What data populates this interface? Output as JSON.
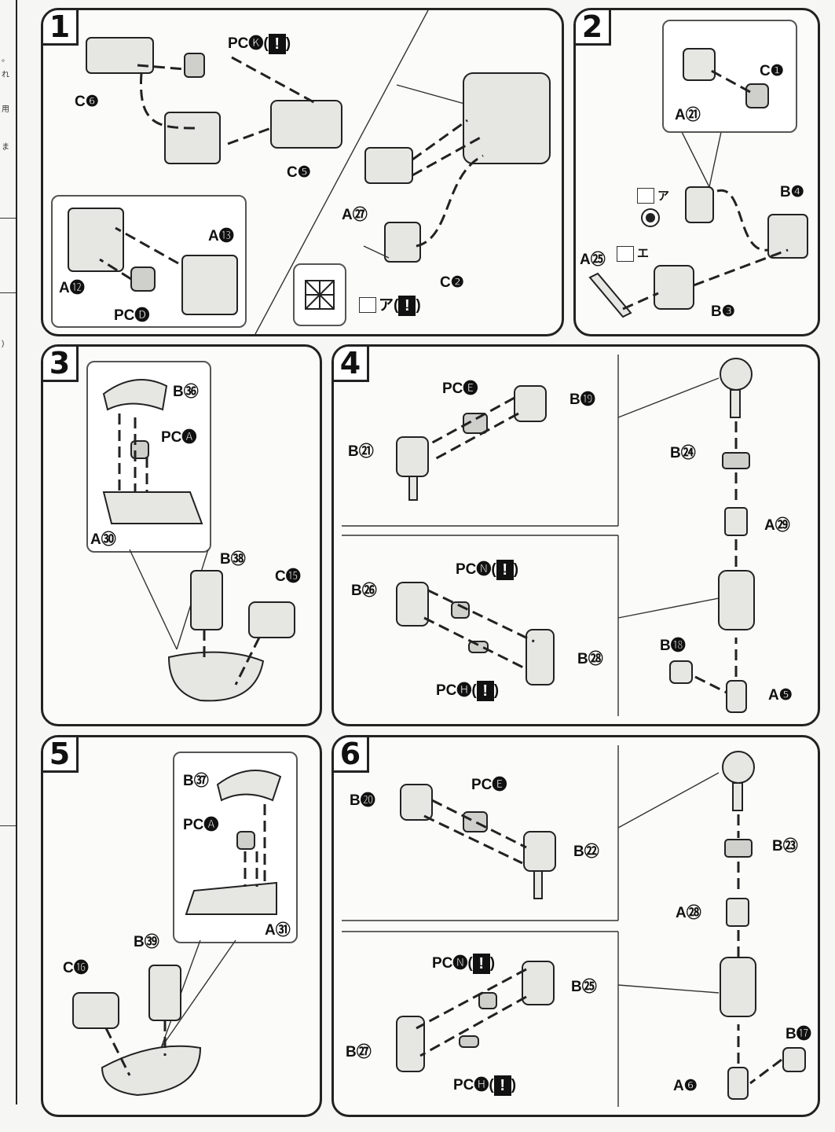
{
  "left_margin": {
    "fragments": [
      "。",
      "れ",
      "用",
      "ま",
      ")"
    ]
  },
  "steps": [
    {
      "number": "1",
      "labels": {
        "c6": "C❻",
        "pck": "PC🅚(",
        "pck_close": ")",
        "c5": "C❺",
        "a13": "A⓭",
        "a12": "A⓬",
        "pcd": "PC🅓",
        "a27": "A㉗",
        "c2": "C❷",
        "mark": "ア(",
        "mark_close": ")"
      }
    },
    {
      "number": "2",
      "labels": {
        "c1": "C❶",
        "a21": "A㉑",
        "b4": "B❹",
        "a25": "A㉕",
        "b3": "B❸",
        "ma": "ア",
        "me": "エ"
      }
    },
    {
      "number": "3",
      "labels": {
        "b36": "B㊱",
        "pca": "PC🅐",
        "a30": "A㉚",
        "b38": "B㊳",
        "c15": "C⓯"
      }
    },
    {
      "number": "4",
      "labels": {
        "pce": "PC🅔",
        "b19": "B⓳",
        "b21": "B㉑",
        "b24": "B㉔",
        "a29": "A㉙",
        "pcn": "PC🅝(",
        "b26": "B㉖",
        "b28": "B㉘",
        "pch": "PC🅗(",
        "b18": "B⓲",
        "a5": "A❺"
      }
    },
    {
      "number": "5",
      "labels": {
        "b37": "B㊲",
        "pca": "PC🅐",
        "a31": "A㉛",
        "b39": "B㊴",
        "c16": "C⓰"
      }
    },
    {
      "number": "6",
      "labels": {
        "b20": "B⓴",
        "pce": "PC🅔",
        "b22": "B㉒",
        "b23": "B㉓",
        "a28": "A㉘",
        "pcn": "PC🅝(",
        "b25": "B㉕",
        "b27": "B㉗",
        "pch": "PC🅗(",
        "b17": "B⓱",
        "a6": "A❻"
      }
    }
  ],
  "warning_mark": "!",
  "close_paren": ")"
}
